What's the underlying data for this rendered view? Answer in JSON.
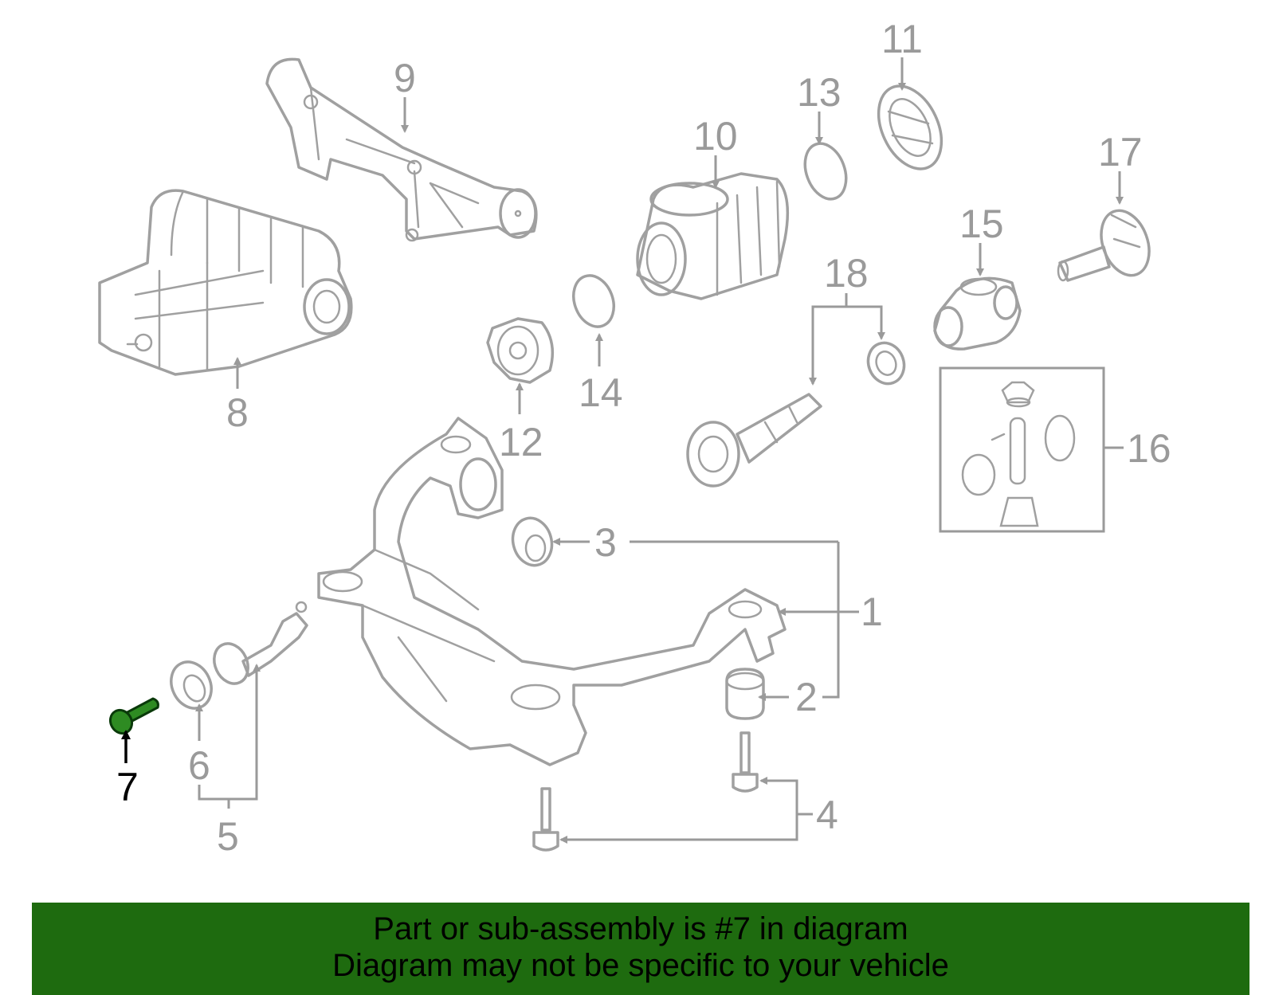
{
  "diagram": {
    "callouts": {
      "c1": "1",
      "c2": "2",
      "c3": "3",
      "c4": "4",
      "c5": "5",
      "c6": "6",
      "c7": "7",
      "c8": "8",
      "c9": "9",
      "c10": "10",
      "c11": "11",
      "c12": "12",
      "c13": "13",
      "c14": "14",
      "c15": "15",
      "c16": "16",
      "c17": "17",
      "c18": "18"
    },
    "highlighted_part": "7",
    "colors": {
      "highlight": "#2e8b22",
      "banner": "#1e6b0f",
      "line_art": "#a0a0a0"
    }
  },
  "banner": {
    "line1": "Part or sub-assembly is #7 in diagram",
    "line2": "Diagram may not be specific to your vehicle"
  }
}
